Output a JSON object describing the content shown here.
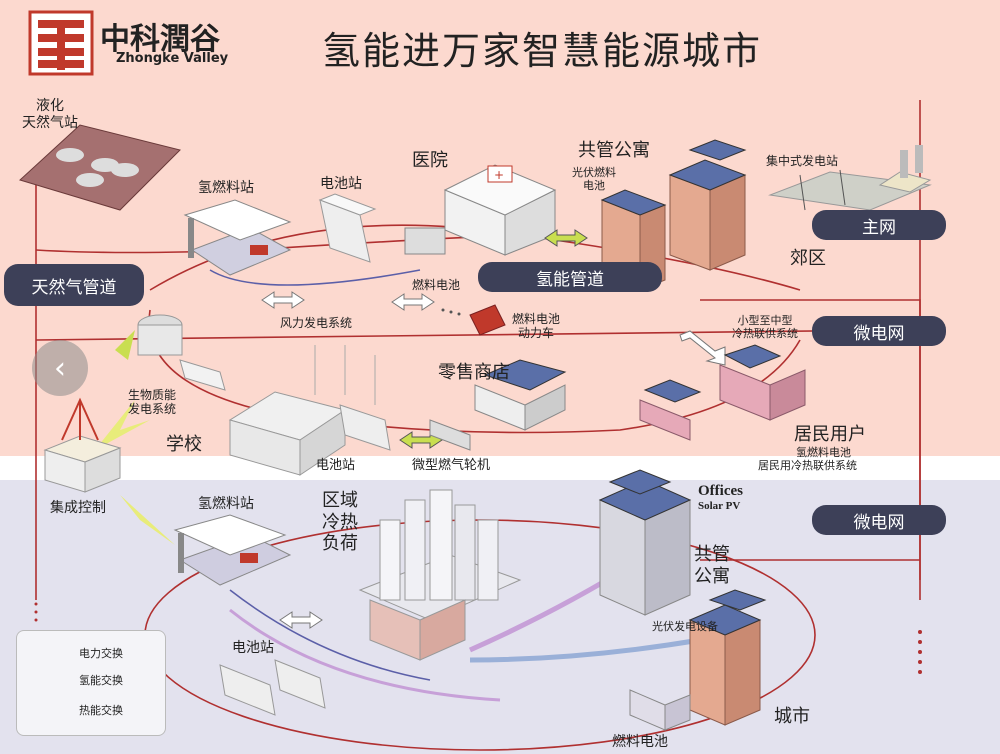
{
  "title": "氢能进万家智慧能源城市",
  "brand": {
    "name_cn": "中科潤谷",
    "name_en": "Zhongke Valley"
  },
  "colors": {
    "top_bg": "#fcd9cf",
    "bottom_bg": "#e3e2ee",
    "pipe_red": "#b03030",
    "pill_bg": "#3d4058",
    "power_arrow": "#c9de50",
    "heat_line": "#c7a0d8"
  },
  "pills": {
    "natural_gas": "天然气管道",
    "hydrogen": "氢能管道",
    "main_grid": "主网",
    "microgrid_top": "微电网",
    "microgrid_bottom": "微电网"
  },
  "labels": {
    "lng_station": "液化\n天然气站",
    "h2_station_top": "氢燃料站",
    "battery_station_top": "电池站",
    "hospital": "医院",
    "shared_apartment_top": "共管公寓",
    "pv_fuel_cell": "光伏燃料\n电池",
    "central_power_plant": "集中式发电站",
    "suburb": "郊区",
    "fuel_cell_top": "燃料电池",
    "wind_power": "风力发电系统",
    "fuel_cell_vehicle": "燃料电池\n动力车",
    "small_mid_chp": "小型至中型\n冷热联供系统",
    "biomass": "生物质能\n发电系统",
    "school": "学校",
    "retail": "零售商店",
    "battery_station_mid": "电池站",
    "micro_turbine": "微型燃气轮机",
    "residential": "居民用户",
    "residential_fc": "氢燃料电池",
    "residential_chp": "居民用冷热联供系统",
    "integrated_control": "集成控制",
    "h2_station_bottom": "氢燃料站",
    "regional_load": "区域\n冷热\n负荷",
    "offices": "Offices",
    "solar_pv": "Solar PV",
    "shared_apartment_bottom": "共管\n公寓",
    "pv_equipment": "光伏发电设备",
    "battery_station_bottom": "电池站",
    "city": "城市",
    "fuel_cell_bottom": "燃料电池"
  },
  "legend": [
    {
      "label": "电力交换",
      "kind": "power"
    },
    {
      "label": "氢能交换",
      "kind": "hydrogen"
    },
    {
      "label": "热能交换",
      "kind": "heat"
    }
  ],
  "nav": {
    "prev_label": "‹"
  }
}
